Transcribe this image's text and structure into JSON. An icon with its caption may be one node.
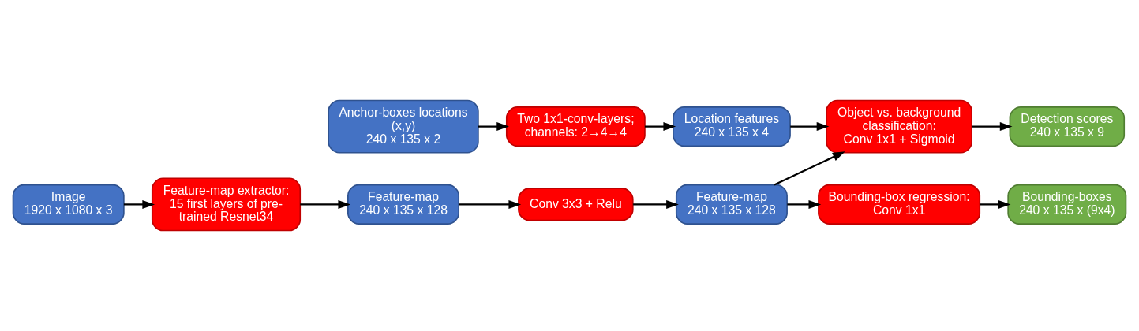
{
  "diagram": {
    "nodes": [
      {
        "text": [
          "Anchor-boxes locations (x,y)",
          "240 x 135 x 2"
        ]
      },
      {
        "text": [
          "Two 1x1-conv-layers; channels: 2→4→4"
        ]
      },
      {
        "text": [
          "Location features",
          "240 x 135 x 4"
        ]
      },
      {
        "text": [
          "Object vs. background classification:",
          "Conv 1x1 + Sigmoid"
        ]
      },
      {
        "text": [
          "Detection scores",
          "240 x 135 x 9"
        ]
      },
      {
        "text": [
          "Image",
          "1920 x 1080 x 3"
        ]
      },
      {
        "text": [
          "Feature-map extractor: 15 first layers of pre-trained Resnet34"
        ]
      },
      {
        "text": [
          "Feature-map",
          "240 x 135 x 128"
        ]
      },
      {
        "text": [
          "Conv 3x3 + Relu"
        ]
      },
      {
        "text": [
          "Feature-map",
          "240 x 135 x 128"
        ]
      },
      {
        "text": [
          "Bounding-box regression:",
          "Conv 1x1"
        ]
      },
      {
        "text": [
          "Bounding-boxes",
          "240 x 135 x (9x4)"
        ]
      }
    ],
    "edges": [
      {
        "from": 0,
        "to": 1,
        "arrow": "to"
      },
      {
        "from": 1,
        "to": 2,
        "arrow": "to"
      },
      {
        "from": 2,
        "to": 3,
        "arrow": "to"
      },
      {
        "from": 3,
        "to": 4,
        "arrow": "to"
      },
      {
        "from": 5,
        "to": 6,
        "arrow": "to"
      },
      {
        "from": 6,
        "to": 7,
        "arrow": "to"
      },
      {
        "from": 7,
        "to": 8,
        "arrow": "to"
      },
      {
        "from": 8,
        "to": 9,
        "arrow": "to"
      },
      {
        "from": 9,
        "to": 3,
        "arrow": "to"
      },
      {
        "from": 9,
        "to": 10,
        "arrow": "to"
      },
      {
        "from": 10,
        "to": 11,
        "arrow": "to"
      }
    ]
  }
}
